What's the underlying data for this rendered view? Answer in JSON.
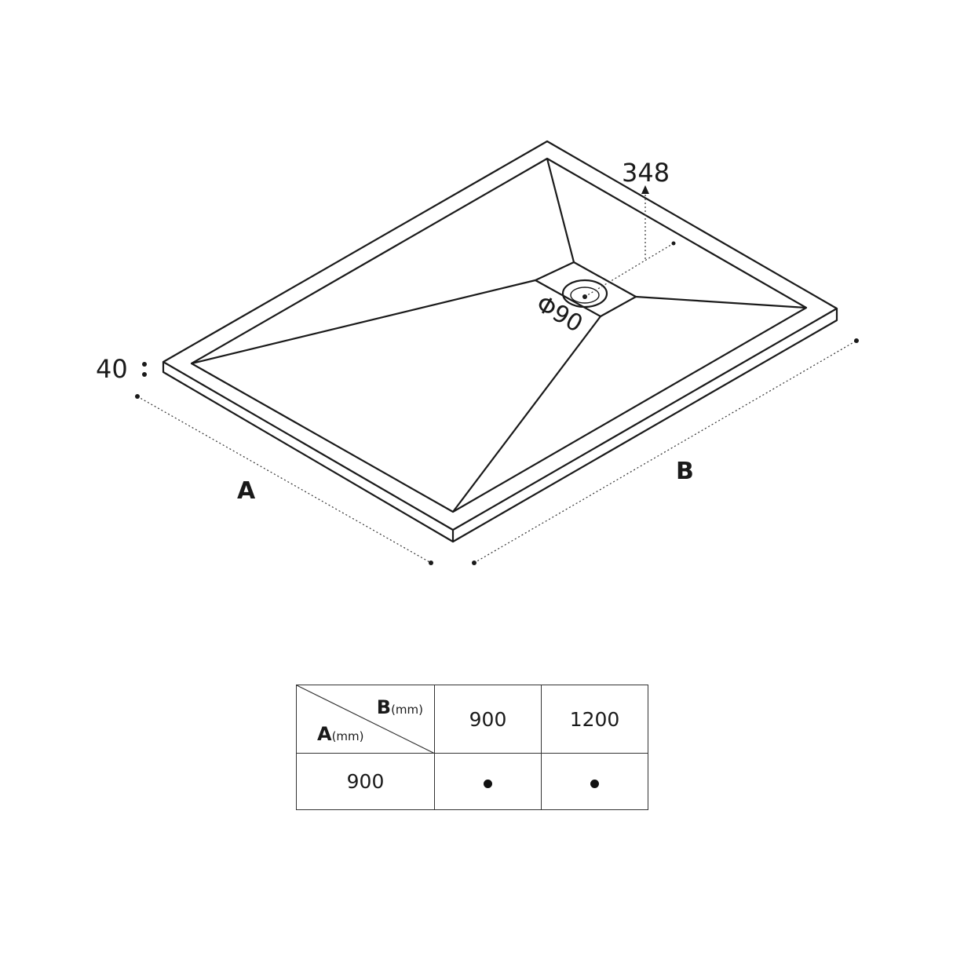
{
  "diagram": {
    "height_label": "40",
    "drain_offset_label": "348",
    "drain_diameter_label": "Φ90",
    "side_a_label": "A",
    "side_b_label": "B"
  },
  "table": {
    "header_b": "B",
    "header_a": "A",
    "unit": "(mm)",
    "columns": [
      "900",
      "1200"
    ],
    "rows": [
      {
        "a": "900",
        "available": [
          true,
          true
        ]
      }
    ]
  }
}
